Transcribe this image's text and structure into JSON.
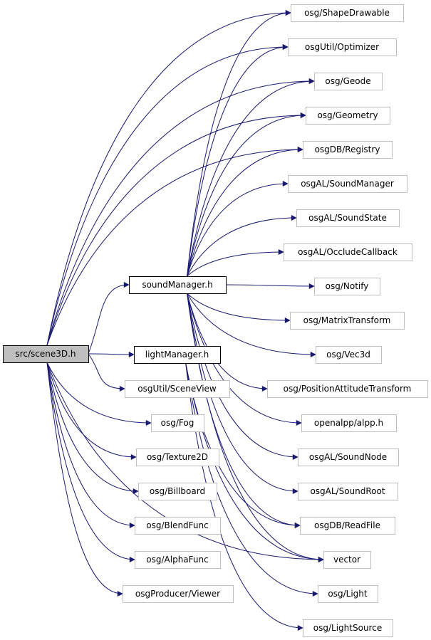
{
  "graph": {
    "root": "src/scene3D.h",
    "nodes": [
      {
        "id": "root",
        "label": "src/scene3D.h",
        "kind": "root"
      },
      {
        "id": "soundManager",
        "label": "soundManager.h",
        "kind": "file"
      },
      {
        "id": "lightManager",
        "label": "lightManager.h",
        "kind": "file"
      },
      {
        "id": "shapeDrawable",
        "label": "osg/ShapeDrawable",
        "kind": "external"
      },
      {
        "id": "optimizer",
        "label": "osgUtil/Optimizer",
        "kind": "external"
      },
      {
        "id": "geode",
        "label": "osg/Geode",
        "kind": "external"
      },
      {
        "id": "geometry",
        "label": "osg/Geometry",
        "kind": "external"
      },
      {
        "id": "registry",
        "label": "osgDB/Registry",
        "kind": "external"
      },
      {
        "id": "alSoundManager",
        "label": "osgAL/SoundManager",
        "kind": "external"
      },
      {
        "id": "alSoundState",
        "label": "osgAL/SoundState",
        "kind": "external"
      },
      {
        "id": "alOcclude",
        "label": "osgAL/OccludeCallback",
        "kind": "external"
      },
      {
        "id": "notify",
        "label": "osg/Notify",
        "kind": "external"
      },
      {
        "id": "matrixTransform",
        "label": "osg/MatrixTransform",
        "kind": "external"
      },
      {
        "id": "vec3d",
        "label": "osg/Vec3d",
        "kind": "external"
      },
      {
        "id": "pat",
        "label": "osg/PositionAttitudeTransform",
        "kind": "external"
      },
      {
        "id": "alpp",
        "label": "openalpp/alpp.h",
        "kind": "external"
      },
      {
        "id": "alSoundNode",
        "label": "osgAL/SoundNode",
        "kind": "external"
      },
      {
        "id": "alSoundRoot",
        "label": "osgAL/SoundRoot",
        "kind": "external"
      },
      {
        "id": "readFile",
        "label": "osgDB/ReadFile",
        "kind": "external"
      },
      {
        "id": "vector",
        "label": "vector",
        "kind": "external"
      },
      {
        "id": "light",
        "label": "osg/Light",
        "kind": "external"
      },
      {
        "id": "lightSource",
        "label": "osg/LightSource",
        "kind": "external"
      },
      {
        "id": "sceneView",
        "label": "osgUtil/SceneView",
        "kind": "external"
      },
      {
        "id": "fog",
        "label": "osg/Fog",
        "kind": "external"
      },
      {
        "id": "texture2D",
        "label": "osg/Texture2D",
        "kind": "external"
      },
      {
        "id": "billboard",
        "label": "osg/Billboard",
        "kind": "external"
      },
      {
        "id": "blendFunc",
        "label": "osg/BlendFunc",
        "kind": "external"
      },
      {
        "id": "alphaFunc",
        "label": "osg/AlphaFunc",
        "kind": "external"
      },
      {
        "id": "viewer",
        "label": "osgProducer/Viewer",
        "kind": "external"
      }
    ],
    "edges": [
      [
        "root",
        "soundManager"
      ],
      [
        "root",
        "lightManager"
      ],
      [
        "root",
        "shapeDrawable"
      ],
      [
        "root",
        "optimizer"
      ],
      [
        "root",
        "geode"
      ],
      [
        "root",
        "geometry"
      ],
      [
        "root",
        "registry"
      ],
      [
        "root",
        "sceneView"
      ],
      [
        "root",
        "fog"
      ],
      [
        "root",
        "texture2D"
      ],
      [
        "root",
        "billboard"
      ],
      [
        "root",
        "blendFunc"
      ],
      [
        "root",
        "alphaFunc"
      ],
      [
        "root",
        "viewer"
      ],
      [
        "root",
        "vector"
      ],
      [
        "soundManager",
        "shapeDrawable"
      ],
      [
        "soundManager",
        "optimizer"
      ],
      [
        "soundManager",
        "geode"
      ],
      [
        "soundManager",
        "geometry"
      ],
      [
        "soundManager",
        "registry"
      ],
      [
        "soundManager",
        "alSoundManager"
      ],
      [
        "soundManager",
        "alSoundState"
      ],
      [
        "soundManager",
        "alOcclude"
      ],
      [
        "soundManager",
        "notify"
      ],
      [
        "soundManager",
        "matrixTransform"
      ],
      [
        "soundManager",
        "vec3d"
      ],
      [
        "soundManager",
        "pat"
      ],
      [
        "soundManager",
        "alpp"
      ],
      [
        "soundManager",
        "alSoundNode"
      ],
      [
        "soundManager",
        "alSoundRoot"
      ],
      [
        "soundManager",
        "readFile"
      ],
      [
        "soundManager",
        "vector"
      ],
      [
        "lightManager",
        "light"
      ],
      [
        "lightManager",
        "lightSource"
      ],
      [
        "lightManager",
        "readFile"
      ],
      [
        "lightManager",
        "vector"
      ]
    ]
  },
  "colors": {
    "edge": "#191970",
    "node_border": "#bfbfbf",
    "emphasis_border": "#000000",
    "root_fill": "#bfbfbf"
  }
}
